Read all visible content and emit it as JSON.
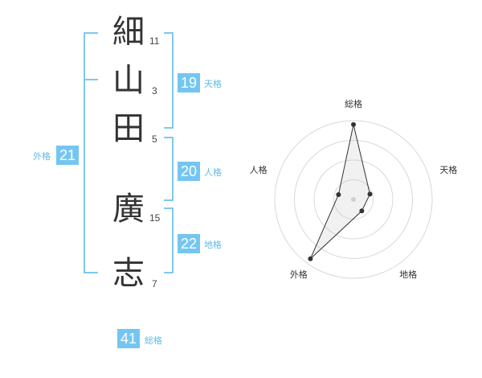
{
  "name_chars": [
    {
      "char": "細",
      "strokes": "11"
    },
    {
      "char": "山",
      "strokes": "3"
    },
    {
      "char": "田",
      "strokes": "5"
    },
    {
      "char": "廣",
      "strokes": "15"
    },
    {
      "char": "志",
      "strokes": "7"
    }
  ],
  "scores": {
    "tenkaku": {
      "value": "19",
      "label": "天格"
    },
    "jinkaku": {
      "value": "20",
      "label": "人格"
    },
    "chikaku": {
      "value": "22",
      "label": "地格"
    },
    "gaikaku": {
      "value": "21",
      "label": "外格"
    },
    "soukaku": {
      "value": "41",
      "label": "総格"
    }
  },
  "colors": {
    "accent": "#74c6f2",
    "line": "#7fc8f0"
  },
  "chart_data": {
    "type": "radar",
    "axes": [
      "総格",
      "天格",
      "地格",
      "外格",
      "人格"
    ],
    "values": [
      0.95,
      0.22,
      0.18,
      0.93,
      0.2
    ],
    "rings": 4
  }
}
